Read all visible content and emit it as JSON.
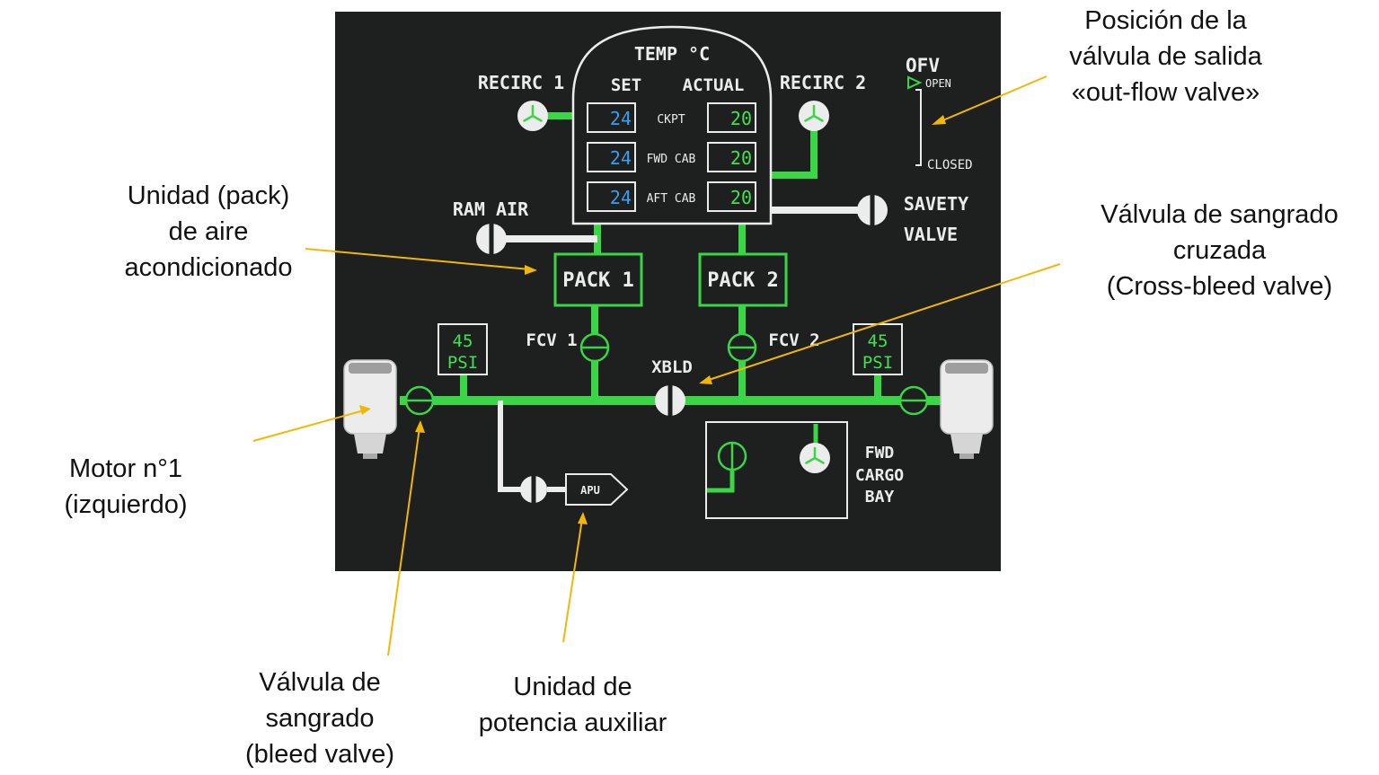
{
  "panel": {
    "temp_title": "TEMP °C",
    "set_label": "SET",
    "actual_label": "ACTUAL",
    "recirc1_label": "RECIRC 1",
    "recirc2_label": "RECIRC 2",
    "rows": [
      {
        "zone": "CKPT",
        "set": "24",
        "actual": "20"
      },
      {
        "zone": "FWD CAB",
        "set": "24",
        "actual": "20"
      },
      {
        "zone": "AFT CAB",
        "set": "24",
        "actual": "20"
      }
    ],
    "ofv_label": "OFV",
    "ofv_open": "OPEN",
    "ofv_closed": "CLOSED",
    "ram_air_label": "RAM AIR",
    "savety_label": "SAVETY",
    "valve_label": "VALVE",
    "pack1_label": "PACK 1",
    "pack2_label": "PACK 2",
    "fcv1_label": "FCV 1",
    "fcv2_label": "FCV 2",
    "xbld_label": "XBLD",
    "psi_left_value": "45",
    "psi_left_unit": "PSI",
    "psi_right_value": "45",
    "psi_right_unit": "PSI",
    "apu_label": "APU",
    "cargo_line1": "FWD",
    "cargo_line2": "CARGO",
    "cargo_line3": "BAY",
    "colors": {
      "background": "#1e1f1f",
      "green": "#39d646",
      "white": "#ececec",
      "set_cyan": "#3aa0ee",
      "actual_green": "#3fe24f",
      "leader_yellow": "#f2b705"
    }
  },
  "annotations": {
    "outflow": [
      "Posición de la",
      "válvula de salida",
      "«out-flow valve»"
    ],
    "pack": [
      "Unidad (pack)",
      "de aire",
      "acondicionado"
    ],
    "crossbleed": [
      "Válvula de sangrado",
      "cruzada",
      "(Cross-bleed valve)"
    ],
    "motor": [
      "Motor n°1",
      "(izquierdo)"
    ],
    "bleed": [
      "Válvula de",
      "sangrado",
      "(bleed valve)"
    ],
    "apu": [
      "Unidad de",
      "potencia auxiliar"
    ]
  }
}
